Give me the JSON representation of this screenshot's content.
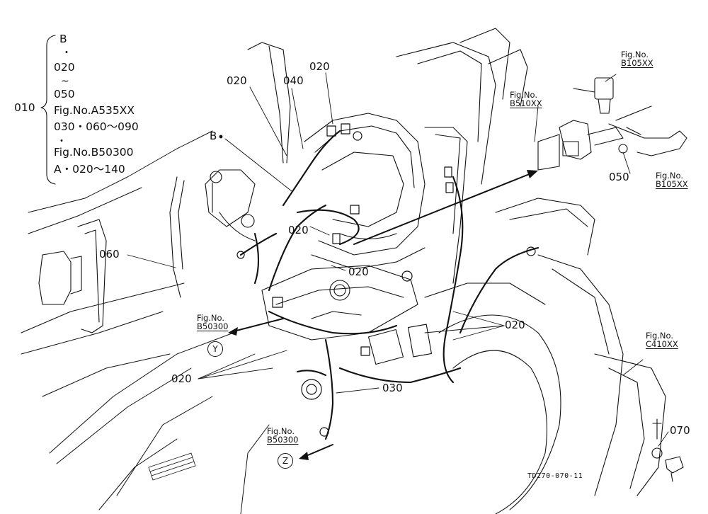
{
  "legend": {
    "label": "010",
    "line1": "B",
    "line2": "020",
    "line3": "050",
    "line4": "Fig.No.A535XX",
    "line5": "030・060～090",
    "line6": "Fig.No.B50300",
    "line7": "A・020～140"
  },
  "callouts": {
    "c020_left_top": "020",
    "c040": "040",
    "c020_right_top": "020",
    "b_marker": "B",
    "c020_center": "020",
    "c020_mid": "020",
    "c060": "060",
    "c020_right": "020",
    "c020_bottom": "020",
    "c030": "030",
    "c050": "050",
    "c070": "070"
  },
  "figrefs": {
    "b105_top": {
      "title": "Fig.No.",
      "num": "B105XX"
    },
    "b510": {
      "title": "Fig.No.",
      "num": "B510XX"
    },
    "b105_right": {
      "title": "Fig.No.",
      "num": "B105XX"
    },
    "b503_y": {
      "title": "Fig.No.",
      "num": "B50300"
    },
    "b503_z": {
      "title": "Fig.No.",
      "num": "B50300"
    },
    "c410": {
      "title": "Fig.No.",
      "num": "C410XX"
    }
  },
  "markers": {
    "y": "Y",
    "z": "Z"
  },
  "drawing_code": "TD270-070-11"
}
